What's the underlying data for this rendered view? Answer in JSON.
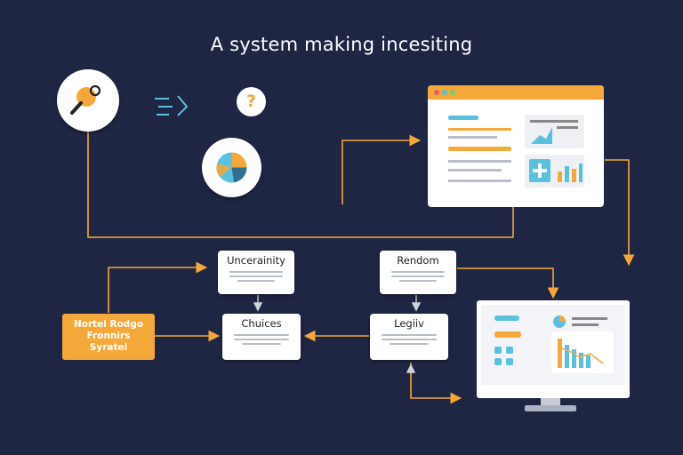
{
  "title": "A system making incesiting",
  "nodes": {
    "uncertainty": "Uncerainity",
    "random": "Rendom",
    "choices": "Chuices",
    "logic": "Legiiv",
    "source": [
      "Nortel Rodgo",
      "Fronnirs",
      "Syratel"
    ]
  },
  "question_mark": "?",
  "colors": {
    "background": "#1f2644",
    "accent": "#f4a83a",
    "accent_blue": "#5bc0de",
    "card": "#ffffff"
  }
}
